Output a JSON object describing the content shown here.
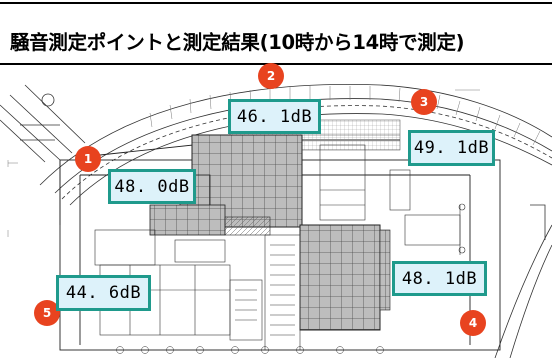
{
  "title": "騒音測定ポイントと測定結果(10時から14時で測定)",
  "points": [
    {
      "id": "1",
      "reading": "48. 0dB"
    },
    {
      "id": "2",
      "reading": "46. 1dB"
    },
    {
      "id": "3",
      "reading": "49. 1dB"
    },
    {
      "id": "4",
      "reading": "48. 1dB"
    },
    {
      "id": "5",
      "reading": "44. 6dB"
    }
  ],
  "colors": {
    "marker": "#e8431f",
    "reading_border": "#1f9a8c",
    "reading_fill": "#ddf2fa",
    "building_fill": "#b9b9b9"
  }
}
